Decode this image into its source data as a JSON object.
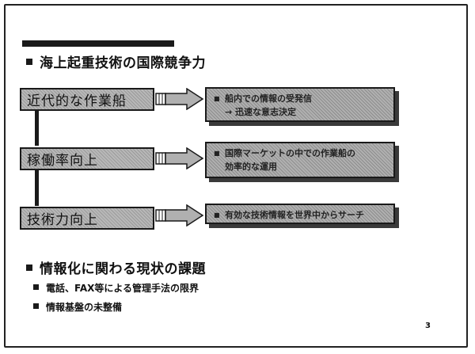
{
  "section1": {
    "heading": "海上起重技術の国際競争力"
  },
  "rows": [
    {
      "label": "近代的な作業船",
      "details": [
        "船内での情報の受発信",
        "→ 迅速な意志決定"
      ]
    },
    {
      "label": "稼働率向上",
      "details": [
        "国際マーケットの中での作業船の",
        "効率的な運用"
      ]
    },
    {
      "label": "技術力向上",
      "details": [
        "有効な技術情報を世界中からサーチ"
      ]
    }
  ],
  "section2": {
    "heading": "情報化に関わる現状の課題",
    "items": [
      "電話、FAX等による管理手法の限界",
      "情報基盤の未整備"
    ]
  },
  "page_number": "3",
  "colors": {
    "ink": "#1a1a1a",
    "box_fill": "#b8b8b8",
    "shadow": "#3a3a3a"
  }
}
